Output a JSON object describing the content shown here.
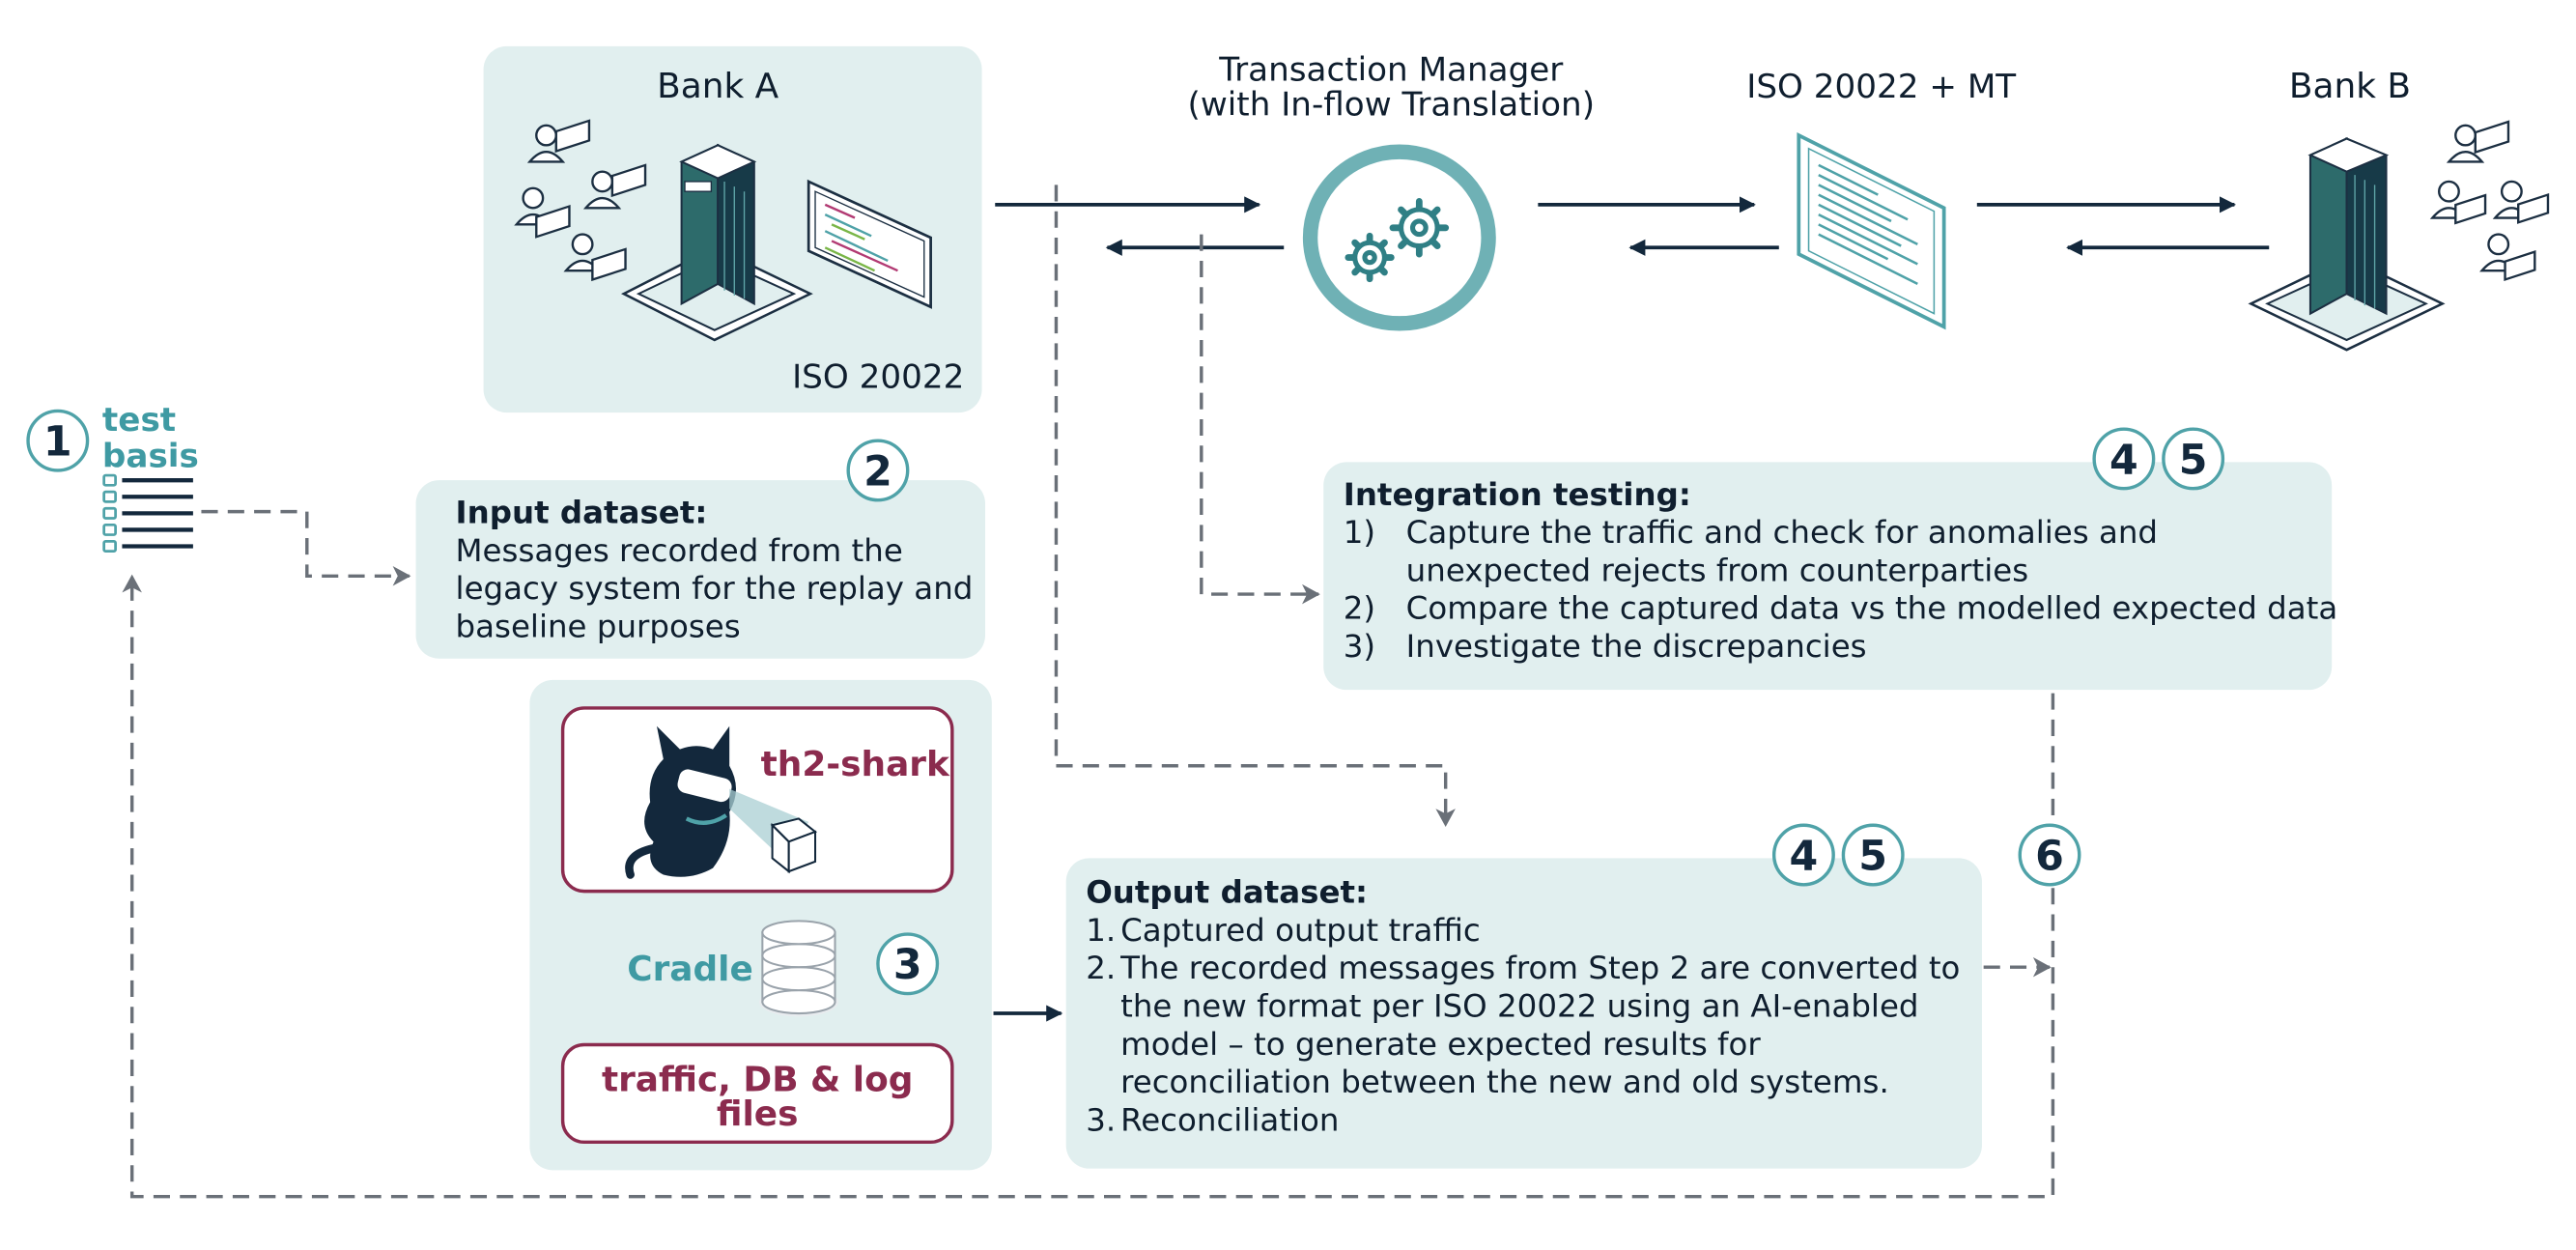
{
  "nodes": {
    "bank_a": {
      "title": "Bank A",
      "format": "ISO 20022"
    },
    "transaction_manager": {
      "title_line1": "Transaction Manager",
      "title_line2": "(with In-flow Translation)"
    },
    "iso_mt": {
      "title": "ISO 20022 + MT"
    },
    "bank_b": {
      "title": "Bank B"
    }
  },
  "test_basis": {
    "step": "1",
    "line1": "test",
    "line2": "basis"
  },
  "input_dataset": {
    "step": "2",
    "heading": "Input dataset:",
    "lines": [
      "Messages recorded from the",
      "legacy system for the replay and",
      "baseline purposes"
    ]
  },
  "tools": {
    "step": "3",
    "shark": "th2-shark",
    "cradle": "Cradle",
    "files_line1": "traffic, DB & log",
    "files_line2": "files"
  },
  "integration_testing": {
    "steps": [
      "4",
      "5"
    ],
    "heading": "Integration testing:",
    "items": [
      {
        "idx": "1)",
        "lines": [
          "Capture the traffic and check for anomalies and",
          "unexpected rejects from counterparties"
        ]
      },
      {
        "idx": "2)",
        "lines": [
          "Compare the captured data vs the modelled expected data"
        ]
      },
      {
        "idx": "3)",
        "lines": [
          "Investigate the discrepancies"
        ]
      }
    ]
  },
  "output_dataset": {
    "steps": [
      "4",
      "5"
    ],
    "heading": "Output dataset:",
    "items": [
      {
        "idx": "1.",
        "lines": [
          "Captured output traffic"
        ]
      },
      {
        "idx": "2.",
        "lines": [
          "The recorded messages from Step 2 are converted to",
          "the new format per ISO 20022 using an AI-enabled",
          "model – to generate expected results for",
          "reconciliation between the new and old systems."
        ]
      },
      {
        "idx": "3.",
        "lines": [
          "Reconciliation"
        ]
      }
    ]
  },
  "feedback_step": "6",
  "colors": {
    "panel": "#e1efef",
    "teal": "#4fa2a8",
    "navy": "#13283c",
    "magenta": "#8b2b4e",
    "dash": "#6a7078"
  },
  "icons": [
    "bank-building-icon",
    "user-workstation-icon",
    "code-screen-icon",
    "gears-icon",
    "document-list-icon",
    "database-icon",
    "cat-mascot-icon"
  ]
}
